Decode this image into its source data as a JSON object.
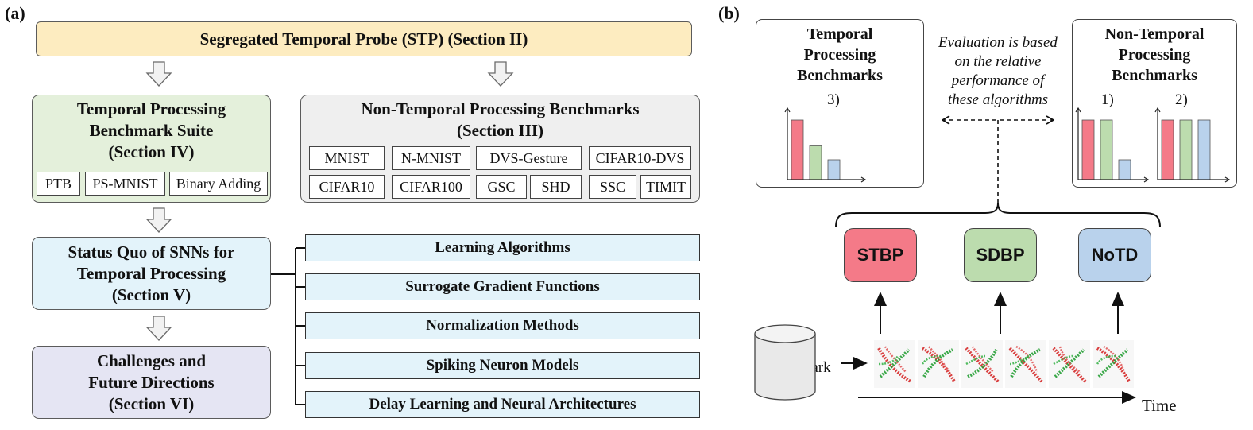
{
  "panel_a": {
    "label": "(a)",
    "stp": "Segregated Temporal Probe (STP) (Section II)",
    "temporal_suite": {
      "title_lines": [
        "Temporal Processing",
        "Benchmark Suite",
        "(Section IV)"
      ],
      "items": [
        "PTB",
        "PS-MNIST",
        "Binary Adding"
      ]
    },
    "non_temporal": {
      "title_lines": [
        "Non-Temporal Processing Benchmarks",
        "(Section III)"
      ],
      "items": [
        "MNIST",
        "N-MNIST",
        "DVS-Gesture",
        "CIFAR10-DVS",
        "CIFAR10",
        "CIFAR100",
        "GSC",
        "SHD",
        "SSC",
        "TIMIT"
      ]
    },
    "status_quo": {
      "title_lines": [
        "Status Quo of SNNs for",
        "Temporal Processing",
        "(Section V)"
      ]
    },
    "topics": [
      "Learning Algorithms",
      "Surrogate Gradient Functions",
      "Normalization Methods",
      "Spiking Neuron Models",
      "Delay Learning and Neural Architectures"
    ],
    "challenges": {
      "title_lines": [
        "Challenges and",
        "Future Directions",
        "(Section VI)"
      ]
    }
  },
  "panel_b": {
    "label": "(b)",
    "temporal_card": {
      "title_lines": [
        "Temporal",
        "Processing",
        "Benchmarks"
      ],
      "chart_label": "3)"
    },
    "note_lines": [
      "Evaluation is based",
      "on the relative",
      "performance of",
      "these algorithms"
    ],
    "non_temporal_card": {
      "title_lines": [
        "Non-Temporal",
        "Processing",
        "Benchmarks"
      ],
      "chart_labels": [
        "1)",
        "2)"
      ]
    },
    "algorithms": [
      "STBP",
      "SDBP",
      "NoTD"
    ],
    "benchmark_label": "Benchmark",
    "time_label": "Time",
    "colors": {
      "stbp": "#f47a88",
      "sdbp": "#bcdcae",
      "notd": "#b9d2ec"
    }
  },
  "chart_data": [
    {
      "type": "bar",
      "title": "3)",
      "categories": [
        "STBP",
        "SDBP",
        "NoTD"
      ],
      "values": [
        3,
        1.7,
        1
      ]
    },
    {
      "type": "bar",
      "title": "1)",
      "categories": [
        "STBP",
        "SDBP",
        "NoTD"
      ],
      "values": [
        3,
        3,
        1
      ]
    },
    {
      "type": "bar",
      "title": "2)",
      "categories": [
        "STBP",
        "SDBP",
        "NoTD"
      ],
      "values": [
        3,
        3,
        3
      ]
    }
  ]
}
